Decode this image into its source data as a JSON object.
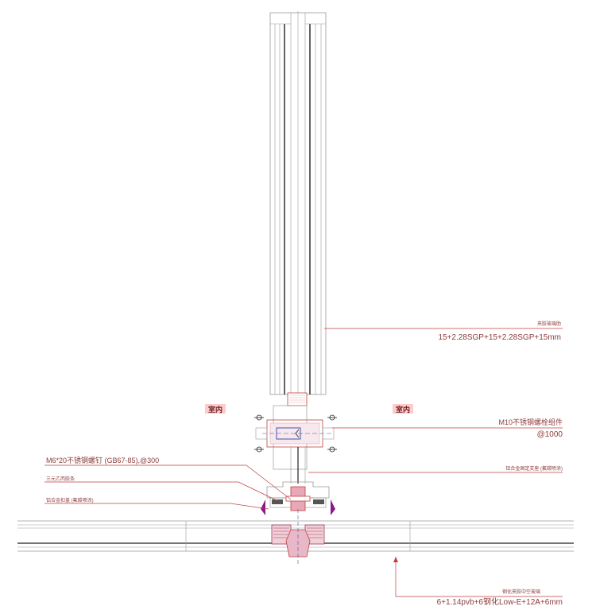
{
  "colors": {
    "line": "#9a9a9a",
    "dark": "#222222",
    "leader": "#c04040",
    "text": "#8e3b3b",
    "pink": "#e8a8b8",
    "magenta": "#c03070",
    "room_bg": "#ffcccc"
  },
  "rooms": {
    "left": "室内",
    "right": "室内"
  },
  "labels": {
    "glass_fin_title": "夹胶玻璃肋",
    "glass_fin_spec": "15+2.28SGP+15+2.28SGP+15mm",
    "bolt_title": "M10不锈钢螺栓组件",
    "bolt_spacing": "@1000",
    "screw_spec": "M6*20不锈钢螺钉 (GB67-85),@300",
    "epdm_strip": "三元乙丙胶条",
    "alu_cover": "铝合金扣盖 (氟碳喷涂)",
    "alu_bracket": "铝合金固定支座 (氟碳喷涂)",
    "ig_glass_title": "钢化夹胶中空玻璃",
    "ig_glass_spec": "6+1.14pvb+6钢化Low-E+12A+6mm"
  }
}
